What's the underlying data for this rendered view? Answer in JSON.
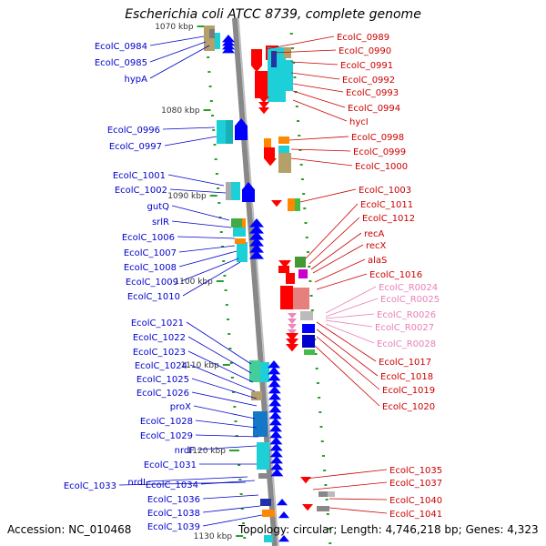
{
  "title": "Escherichia coli ATCC 8739, complete genome",
  "accession": "Accession: NC_010468",
  "topology": "Topology: circular; Length: 4,746,218 bp; Genes: 4,323",
  "colors": {
    "axis": "#888888",
    "tick": "#2a9d2a",
    "left_gene": "#0000ff",
    "right_gene": "#ff0000",
    "rna_gene": "#ee88bb",
    "left_label": "#0000cc",
    "right_label": "#cc0000",
    "rna_label": "#e87fb8"
  },
  "scale_labels": [
    "1070 kbp",
    "1080 kbp",
    "1090 kbp",
    "1100 kbp",
    "1110 kbp",
    "1120 kbp",
    "1130 kbp"
  ],
  "left_labels": [
    "EcolC_0984",
    "EcolC_0985",
    "hypA",
    "EcolC_0996",
    "EcolC_0997",
    "EcolC_1001",
    "EcolC_1002",
    "gutQ",
    "srlR",
    "EcolC_1006",
    "EcolC_1007",
    "EcolC_1008",
    "EcolC_1009",
    "EcolC_1010",
    "EcolC_1021",
    "EcolC_1022",
    "EcolC_1023",
    "EcolC_1024",
    "EcolC_1025",
    "EcolC_1026",
    "proX",
    "EcolC_1028",
    "EcolC_1029",
    "nrdF",
    "EcolC_1031",
    "nrdI",
    "EcolC_1034",
    "EcolC_1033",
    "EcolC_1036",
    "EcolC_1038",
    "EcolC_1039"
  ],
  "right_labels": [
    "EcolC_0989",
    "EcolC_0990",
    "EcolC_0991",
    "EcolC_0992",
    "EcolC_0993",
    "EcolC_0994",
    "hycI",
    "EcolC_0998",
    "EcolC_0999",
    "EcolC_1000",
    "EcolC_1003",
    "EcolC_1011",
    "EcolC_1012",
    "recA",
    "recX",
    "alaS",
    "EcolC_1016",
    "EcolC_1017",
    "EcolC_1018",
    "EcolC_1019",
    "EcolC_1020",
    "EcolC_1035",
    "EcolC_1037",
    "EcolC_1040",
    "EcolC_1041"
  ],
  "rna_labels": [
    "EcolC_R0024",
    "EcolC_R0025",
    "EcolC_R0026",
    "EcolC_R0027",
    "EcolC_R0028"
  ]
}
